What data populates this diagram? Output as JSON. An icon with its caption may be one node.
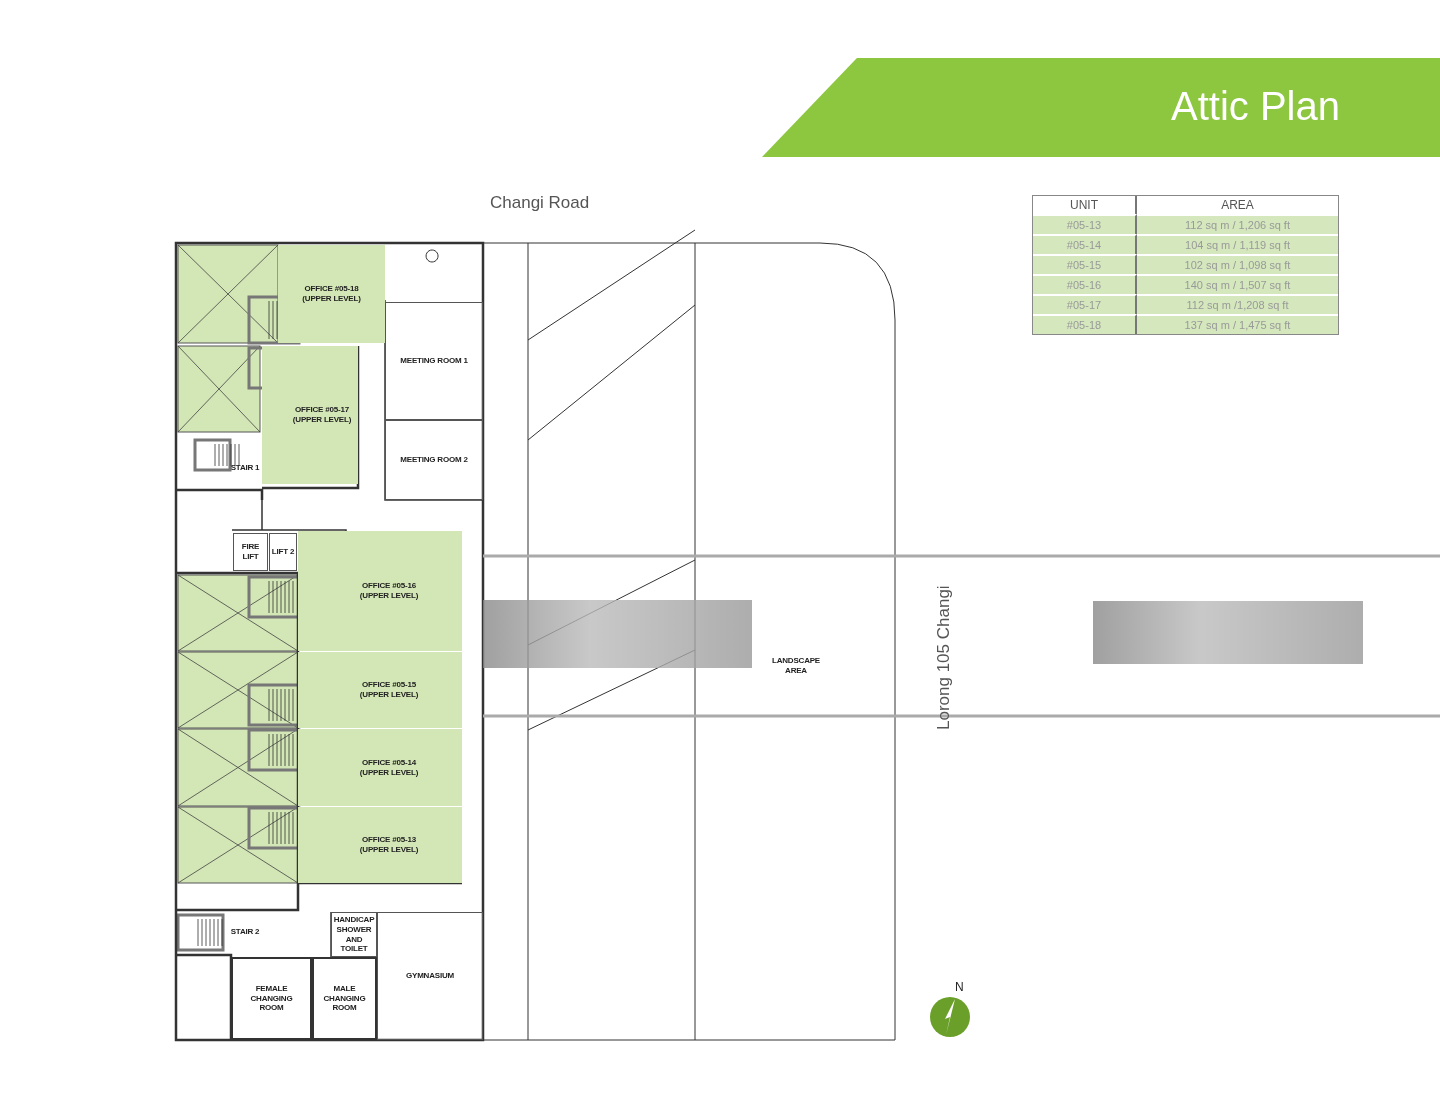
{
  "diagram": {
    "title": "Attic Plan",
    "nodes": [
      {
        "text": [
          "OFFICE #05-18 (UPPER LEVEL)"
        ]
      },
      {
        "text": [
          "MEETING ROOM 1"
        ]
      },
      {
        "text": [
          "OFFICE #05-17 (UPPER LEVEL)"
        ]
      },
      {
        "text": [
          "MEETING ROOM 2"
        ]
      },
      {
        "text": [
          "STAIR 1"
        ]
      },
      {
        "text": [
          "FIRE LIFT"
        ]
      },
      {
        "text": [
          "LIFT 2"
        ]
      },
      {
        "text": [
          "OFFICE #05-16 (UPPER LEVEL)"
        ]
      },
      {
        "text": [
          "LANDSCAPE AREA"
        ]
      },
      {
        "text": [
          "OFFICE #05-15 (UPPER LEVEL)"
        ]
      },
      {
        "text": [
          "OFFICE #05-14 (UPPER LEVEL)"
        ]
      },
      {
        "text": [
          "OFFICE #05-13 (UPPER LEVEL)"
        ]
      },
      {
        "text": [
          "STAIR 2"
        ]
      },
      {
        "text": [
          "HANDICAP SHOWER AND TOILET"
        ]
      },
      {
        "text": [
          "FEMALE CHANGING ROOM"
        ]
      },
      {
        "text": [
          "MALE CHANGING ROOM"
        ]
      },
      {
        "text": [
          "GYMNASIUM"
        ]
      }
    ],
    "labels": [
      "Changi Road",
      "UNIT",
      "AREA",
      "#05-13",
      "112 sq m / 1,206 sq ft",
      "#05-14",
      "104 sq m / 1,119 sq ft",
      "#05-15",
      "102 sq m / 1,098 sq ft",
      "#05-16",
      "140 sq m / 1,507 sq ft",
      "#05-17",
      "112 sq m /1,208 sq ft",
      "#05-18",
      "137 sq m / 1,475 sq ft",
      "Lorong 105 Changi",
      "N"
    ]
  }
}
